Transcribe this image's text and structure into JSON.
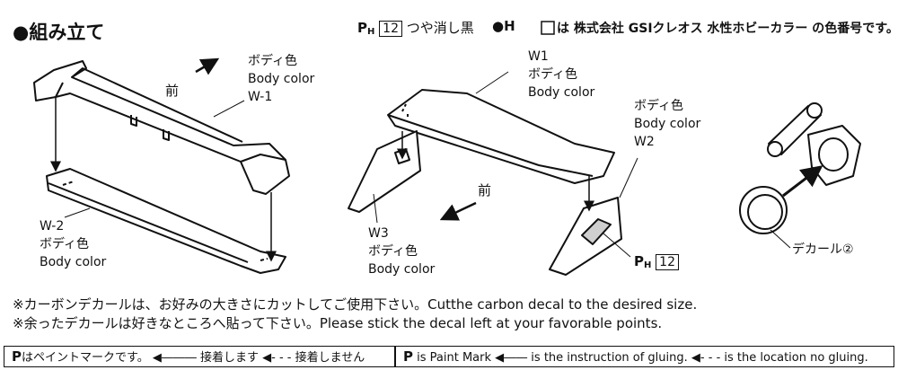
{
  "title": "●組み立て",
  "header": {
    "paint_code": "12",
    "paint_desc": "つや消し黒",
    "color_note_prefix": "●H",
    "color_note_suffix": "は 株式会社 GSIクレオス 水性ホビーカラー の色番号です。"
  },
  "left_diagram": {
    "front_label": "前",
    "w1_label_jp": "ボディ色",
    "w1_label_en": "Body color",
    "w1_part": "W-1",
    "w2_part": "W-2",
    "w2_label_jp": "ボディ色",
    "w2_label_en": "Body color"
  },
  "center_diagram": {
    "w1_part": "W1",
    "w1_label_jp": "ボディ色",
    "w1_label_en": "Body color",
    "front_label": "前",
    "w3_part": "W3",
    "w3_label_jp": "ボディ色",
    "w3_label_en": "Body color",
    "w2_label_jp": "ボディ色",
    "w2_label_en": "Body color",
    "w2_part": "W2",
    "paint_code": "12"
  },
  "right_diagram": {
    "decal_label": "デカール②"
  },
  "notes": [
    "※カーボンデカールは、お好みの大きさにカットしてご使用下さい。Cutthe carbon decal to the desired size.",
    "※余ったデカールは好きなところへ貼って下さい。Please stick the decal left at your favorable points."
  ],
  "legend_jp": {
    "paint_mark": "はペイントマークです。",
    "glue": "接着します",
    "no_glue": "接着しません"
  },
  "legend_en": {
    "paint_mark": "is Paint Mark",
    "glue": "is the instruction of gluing.",
    "no_glue": "is the location no gluing."
  }
}
